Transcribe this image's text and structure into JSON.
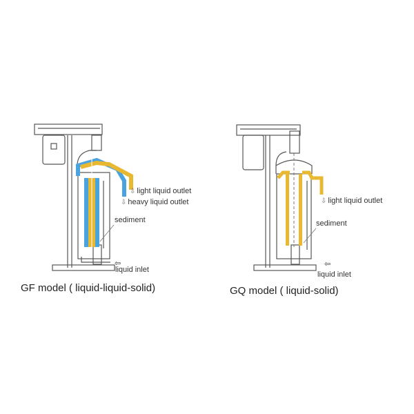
{
  "colors": {
    "light_liquid": "#e8b830",
    "heavy_liquid": "#4aa3df",
    "line": "#444444"
  },
  "gf": {
    "caption": "GF model ( liquid-liquid-solid)",
    "labels": {
      "light_outlet": "light liquid outlet",
      "heavy_outlet": "heavy liquid outlet",
      "sediment": "sediment",
      "inlet": "liquid inlet"
    }
  },
  "gq": {
    "caption": "GQ model ( liquid-solid)",
    "labels": {
      "light_outlet": "light liquid outlet",
      "sediment": "sediment",
      "inlet": "liquid inlet"
    }
  },
  "icons": {
    "outlet_arrow": "⇩",
    "inlet_arrow": "⇦"
  }
}
